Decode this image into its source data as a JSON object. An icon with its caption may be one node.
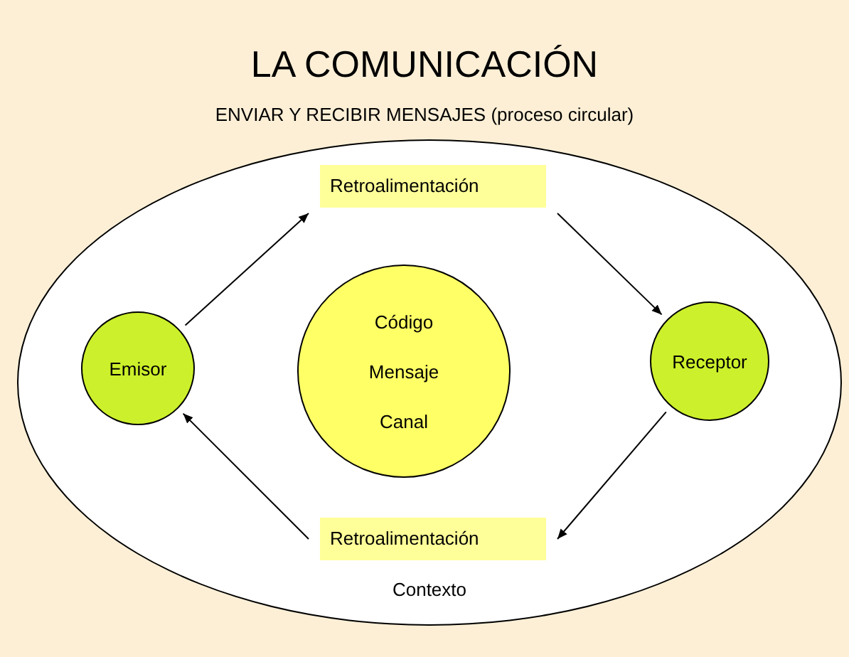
{
  "diagram": {
    "title": "LA COMUNICACIÓN",
    "caption": "ENVIAR Y RECIBIR MENSAJES (proceso circular)",
    "nodes": [
      {
        "text": [
          "Contexto"
        ]
      },
      {
        "text": [
          "Retroalimentación"
        ],
        "in": 0
      },
      {
        "text": [
          "Emisor"
        ],
        "in": 0
      },
      {
        "text": [
          "Código",
          "Mensaje",
          "Canal"
        ],
        "in": 0
      },
      {
        "text": [
          "Receptor"
        ],
        "in": 0
      },
      {
        "text": [
          "Retroalimentación"
        ],
        "in": 0
      }
    ],
    "edges": [
      {
        "from": 2,
        "to": 1,
        "arrow": "to"
      },
      {
        "from": 1,
        "to": 4,
        "arrow": "to"
      },
      {
        "from": 4,
        "to": 5,
        "arrow": "to"
      },
      {
        "from": 5,
        "to": 2,
        "arrow": "to"
      }
    ]
  }
}
